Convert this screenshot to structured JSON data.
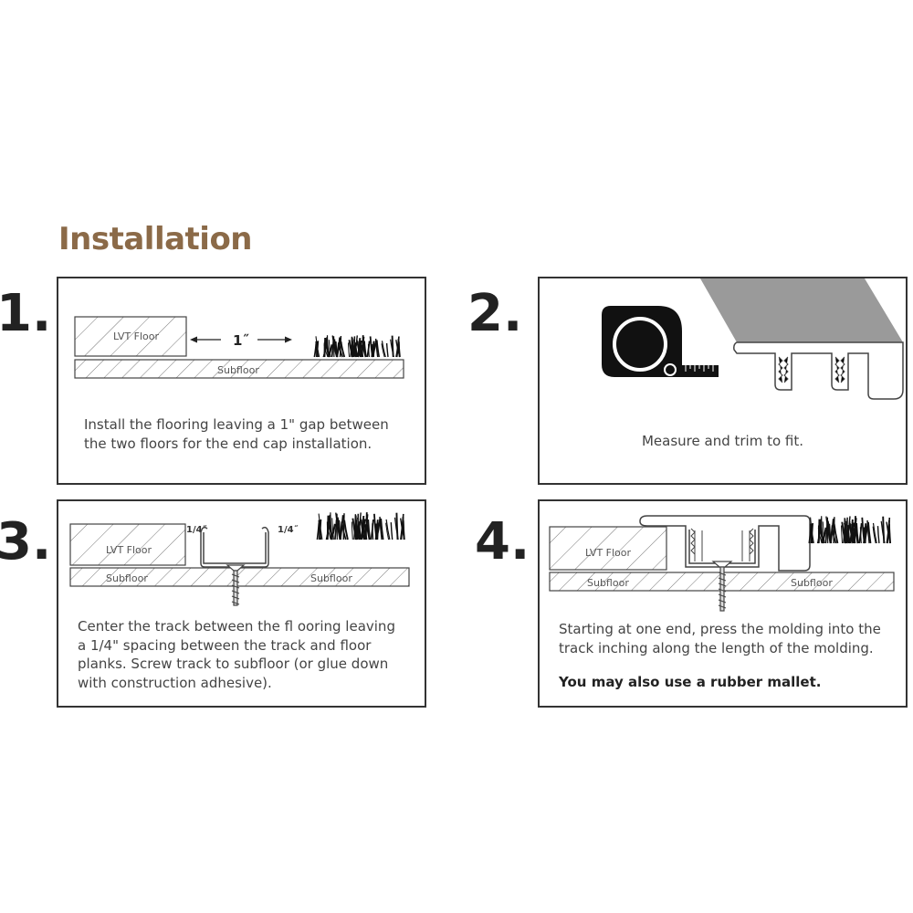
{
  "heading": "Installation",
  "steps": [
    {
      "number": "1.",
      "labels": {
        "floor": "LVT Floor",
        "subfloor": "Subfloor",
        "gap": "1˝"
      },
      "caption": [
        "Install the flooring leaving a 1\" gap between",
        "the two floors for the end cap installation."
      ]
    },
    {
      "number": "2.",
      "caption": [
        "Measure and trim to fit."
      ]
    },
    {
      "number": "3.",
      "labels": {
        "floor": "LVT Floor",
        "subfloor_left": "Subfloor",
        "subfloor_right": "Subfloor",
        "spacing_left": "1/4˝",
        "spacing_right": "1/4˝"
      },
      "caption": [
        "Center the track between the fl ooring leaving",
        "a 1/4\" spacing between the track and floor",
        "planks. Screw track to subfloor (or glue down",
        "with construction adhesive)."
      ]
    },
    {
      "number": "4.",
      "labels": {
        "floor": "LVT Floor",
        "subfloor_left": "Subfloor",
        "subfloor_right": "Subfloor"
      },
      "caption": [
        "Starting at one end, press the molding into the",
        "track inching along the length of the molding."
      ],
      "note": "You may also use a rubber mallet."
    }
  ],
  "icons": [
    "tape-measure-icon",
    "carpet-icon",
    "screw-icon",
    "track-icon",
    "end-cap-molding-icon"
  ]
}
